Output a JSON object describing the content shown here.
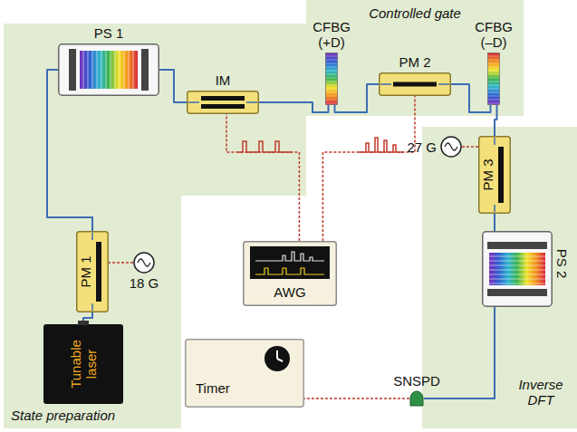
{
  "diagram": {
    "nodes": [
      {
        "text": [
          "Controlled gate"
        ]
      },
      {
        "text": [
          "CFBG (+D)"
        ],
        "in": 0
      },
      {
        "text": [
          "CFBG (–D)"
        ],
        "in": 0
      },
      {
        "text": [
          "PM 2"
        ],
        "in": 0
      },
      {
        "text": [
          "State preparation"
        ]
      },
      {
        "text": [
          "PS 1"
        ],
        "in": 4
      },
      {
        "text": [
          "PM 1"
        ],
        "in": 4
      },
      {
        "text": [
          "18 G"
        ],
        "in": 4
      },
      {
        "text": [
          "Tunable laser"
        ],
        "in": 4
      },
      {
        "text": [
          "IM"
        ],
        "in": 4
      },
      {
        "text": [
          "AWG"
        ]
      },
      {
        "text": [
          "Inverse DFT"
        ]
      },
      {
        "text": [
          "PM 3"
        ],
        "in": 11
      },
      {
        "text": [
          "27 G"
        ],
        "in": 11
      },
      {
        "text": [
          "PS 2"
        ],
        "in": 11
      },
      {
        "text": [
          "SNSPD"
        ]
      },
      {
        "text": [
          "Timer"
        ]
      }
    ],
    "edges": [
      {
        "from": 8,
        "to": 6,
        "arrow": "none"
      },
      {
        "from": 6,
        "to": 5,
        "arrow": "none"
      },
      {
        "from": 5,
        "to": 9,
        "arrow": "none"
      },
      {
        "from": 9,
        "to": 1,
        "arrow": "none"
      },
      {
        "from": 1,
        "to": 3,
        "arrow": "none"
      },
      {
        "from": 3,
        "to": 2,
        "arrow": "none"
      },
      {
        "from": 2,
        "to": 12,
        "arrow": "none"
      },
      {
        "from": 12,
        "to": 14,
        "arrow": "none"
      },
      {
        "from": 14,
        "to": 15,
        "arrow": "none"
      },
      {
        "from": 7,
        "to": 6,
        "arrow": "none"
      },
      {
        "from": 10,
        "to": 9,
        "arrow": "none"
      },
      {
        "from": 10,
        "to": 3,
        "arrow": "none"
      },
      {
        "from": 13,
        "to": 12,
        "arrow": "none"
      },
      {
        "from": 15,
        "to": 16,
        "arrow": "none"
      }
    ]
  }
}
